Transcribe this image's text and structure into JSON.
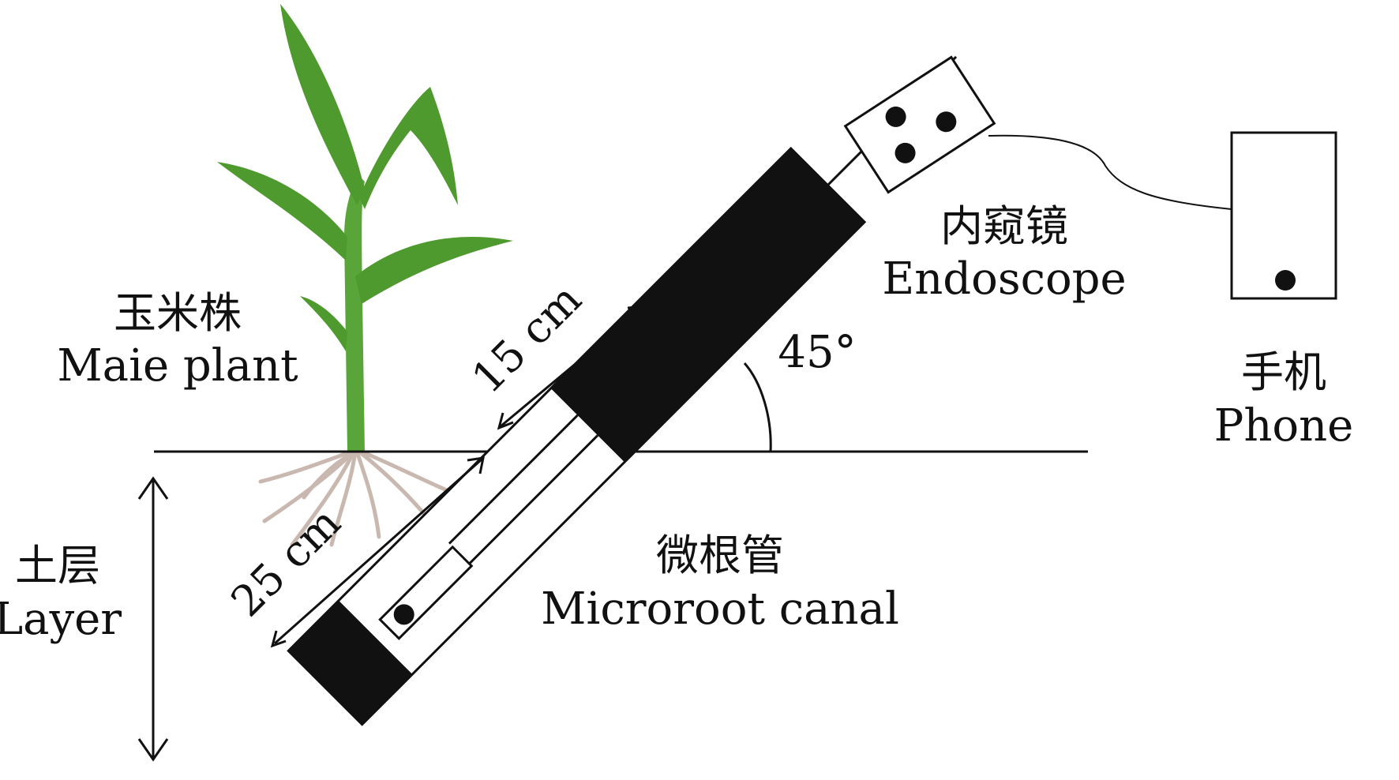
{
  "labels": {
    "plant_cn": "玉米株",
    "plant_en": "Maie plant",
    "layer_cn": "土层",
    "layer_en": "Layer",
    "endoscope_cn": "内窥镜",
    "endoscope_en": "Endoscope",
    "phone_cn": "手机",
    "phone_en": "Phone",
    "canal_cn": "微根管",
    "canal_en": "Microroot canal",
    "dim_upper": "15 cm",
    "dim_lower": "25 cm",
    "angle": "45°"
  },
  "colors": {
    "leaf": "#4e9a2e",
    "stem": "#5aa53a",
    "root": "#c9b8b0",
    "ink": "#111111"
  }
}
